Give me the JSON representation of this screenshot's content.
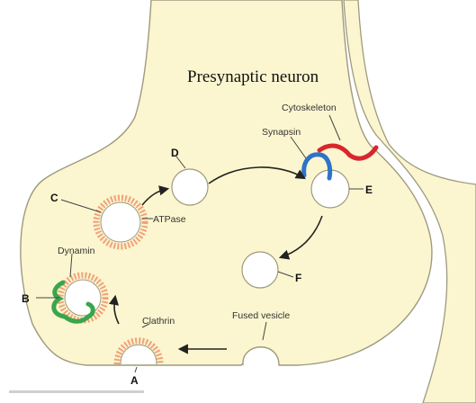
{
  "title": "Presynaptic neuron",
  "labels": {
    "cytoskeleton": "Cytoskeleton",
    "synapsin": "Synapsin",
    "atpase": "ATPase",
    "dynamin": "Dynamin",
    "clathrin": "Clathrin",
    "fused_vesicle": "Fused vesicle"
  },
  "letters": {
    "A": "A",
    "B": "B",
    "C": "C",
    "D": "D",
    "E": "E",
    "F": "F"
  },
  "colors": {
    "cytoplasm": "#fbf6cf",
    "membrane": "#9e9a7f",
    "clathrin_coat": "#f0a37c",
    "dynamin": "#3aa64c",
    "synapsin": "#2f73c9",
    "cytoskeleton": "#d9262c",
    "arrow": "#222222"
  }
}
